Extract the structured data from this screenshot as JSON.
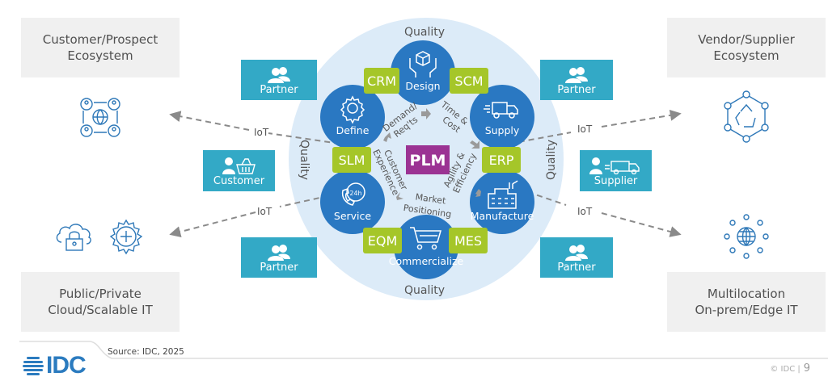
{
  "colors": {
    "outer_circle": "#dcebf8",
    "node_blue": "#2a78c2",
    "system_lime": "#a5c629",
    "plm_purple": "#9b3393",
    "teal": "#33a9c6",
    "gray_box": "#f0f0f0",
    "arrow_gray": "#999999",
    "icon_blue": "#2e78b8"
  },
  "ecosystems": {
    "customer": "Customer/Prospect\nEcosystem",
    "vendor": "Vendor/Supplier\nEcosystem",
    "cloud": "Public/Private\nCloud/Scalable IT",
    "edge": "Multilocation\nOn-prem/Edge IT"
  },
  "actors": {
    "partner_top_left": "Partner",
    "partner_top_right": "Partner",
    "partner_bottom_left": "Partner",
    "partner_bottom_right": "Partner",
    "customer": "Customer",
    "supplier": "Supplier"
  },
  "iot": {
    "label": "IoT"
  },
  "ring": {
    "quality_label": "Quality"
  },
  "nodes": {
    "design": "Design",
    "define": "Define",
    "supply": "Supply",
    "service": "Service",
    "manufacture": "Manufacture",
    "commercialize": "Commercialize"
  },
  "systems": {
    "crm": "CRM",
    "scm": "SCM",
    "slm": "SLM",
    "erp": "ERP",
    "eqm": "EQM",
    "mes": "MES"
  },
  "center": {
    "label": "PLM"
  },
  "inner_labels": {
    "demand_1": "Demand/",
    "demand_2": "Req'ts",
    "time_1": "Time &",
    "time_2": "Cost",
    "agility_1": "Agility &",
    "agility_2": "Efficiency",
    "market_1": "Market",
    "market_2": "Positioning",
    "customer_1": "Customer",
    "customer_2": "Experience"
  },
  "icons": {
    "design": "hands-box-icon",
    "define": "gear-icon",
    "supply": "truck-icon",
    "service": "24h-phone-icon",
    "manufacture": "factory-icon",
    "commercialize": "shopping-cart-icon"
  },
  "footer": {
    "source": "Source: IDC, 2025",
    "logo": "IDC",
    "copyright": "© IDC |",
    "page": "9"
  }
}
